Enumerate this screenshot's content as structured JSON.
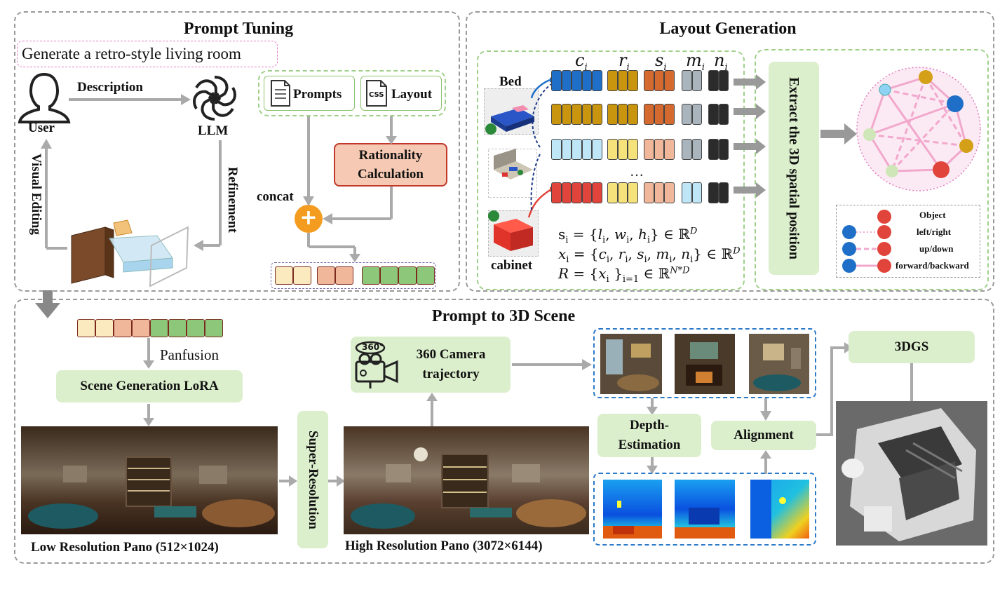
{
  "prompt_tuning": {
    "title": "Prompt Tuning",
    "bubble": "Generate a retro-style living room",
    "user_label": "User",
    "llm_label": "LLM",
    "description_label": "Description",
    "refinement_label": "Refinement",
    "visual_editing_label": "Visual Editing",
    "prompts_label": "Prompts",
    "layout_label": "Layout",
    "css_badge": "CSS",
    "rationality_label": "Rationality Calculation",
    "concat_label": "concat",
    "plus_symbol": "+"
  },
  "layout_generation": {
    "title": "Layout Generation",
    "bed_label": "Bed",
    "cabinet_label": "cabinet",
    "col_c": "c",
    "col_r": "r",
    "col_s": "s",
    "col_m": "m",
    "col_n": "n",
    "subscript_i": "i",
    "ellipsis": "…",
    "extract_label": "Extract the 3D spatial position",
    "eq1": "s",
    "legend": {
      "object": "Object",
      "left_right": "left/right",
      "up_down": "up/down",
      "forward_backward": "forward/backward"
    }
  },
  "prompt_to_3d": {
    "title": "Prompt to 3D Scene",
    "panfusion_label": "Panfusion",
    "lora_label": "Scene Generation LoRA",
    "super_resolution_label": "Super-Resolution",
    "camera_label": "360 Camera trajectory",
    "badge_360": "360°",
    "depth_label": "Depth-Estimation",
    "alignment_label": "Alignment",
    "dgs_label": "3DGS",
    "low_res_caption": "Low Resolution Pano (512×1024)",
    "high_res_caption": "High Resolution Pano (3072×6144)"
  },
  "colors": {
    "blue_cell": "#1f6fc8",
    "gold_cell": "#c9950e",
    "orange_cell": "#d56a30",
    "grey_cell": "#a9b4bd",
    "black_cell": "#2b2b2b",
    "light_blue_cell": "#bfe6f7",
    "light_yellow_cell": "#f6e27a",
    "light_orange_cell": "#f0b79a",
    "red_cell": "#e0443a",
    "green_box": "#dcefcd",
    "rationality_box": "#f5c9b3"
  }
}
